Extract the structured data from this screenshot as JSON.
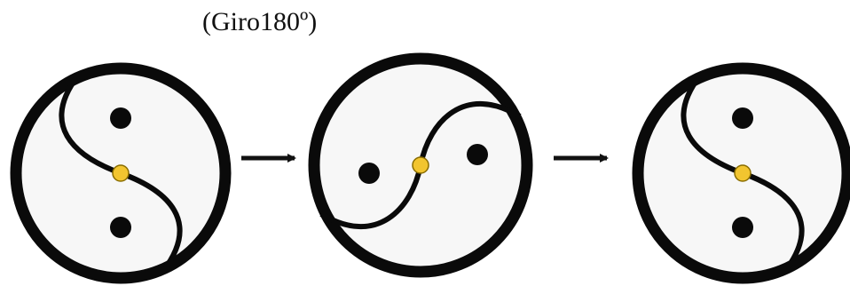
{
  "caption": "(Giro180º)",
  "colors": {
    "ring": "#0a0a0a",
    "fill": "#f7f7f7",
    "dot": "#0a0a0a",
    "center_dot": "#f2c530",
    "arrow": "#111111"
  },
  "figures": [
    {
      "name": "figure-original",
      "rotation_deg": 0
    },
    {
      "name": "figure-rotated-90",
      "rotation_deg": 90
    },
    {
      "name": "figure-rotated-180",
      "rotation_deg": 180
    }
  ],
  "arrows": [
    {
      "name": "arrow-1",
      "direction": "right"
    },
    {
      "name": "arrow-2",
      "direction": "right"
    }
  ]
}
